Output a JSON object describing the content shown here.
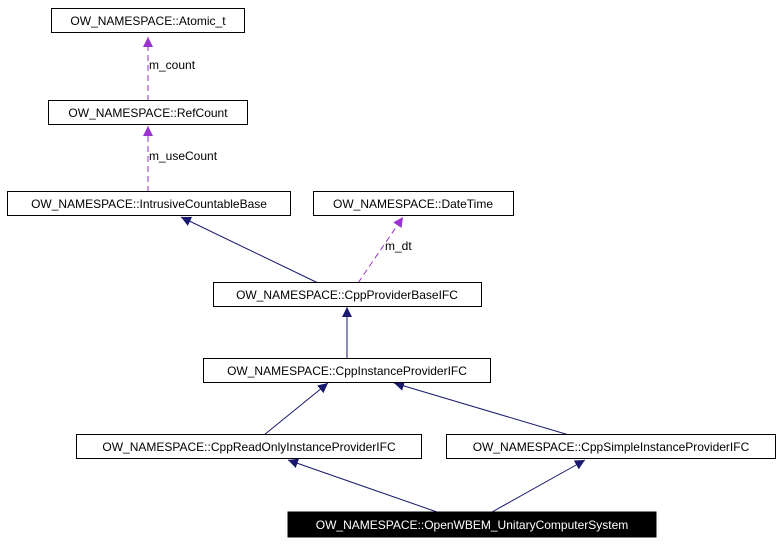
{
  "colors": {
    "inheritance": "#191970",
    "usage": "#9a32cd",
    "highlight_fill": "#000000",
    "highlight_text": "#ffffff"
  },
  "nodes": {
    "atomic": "OW_NAMESPACE::Atomic_t",
    "refcount": "OW_NAMESPACE::RefCount",
    "intrusive": "OW_NAMESPACE::IntrusiveCountableBase",
    "datetime": "OW_NAMESPACE::DateTime",
    "providerbase": "OW_NAMESPACE::CppProviderBaseIFC",
    "instance": "OW_NAMESPACE::CppInstanceProviderIFC",
    "readonly": "OW_NAMESPACE::CppReadOnlyInstanceProviderIFC",
    "simple": "OW_NAMESPACE::CppSimpleInstanceProviderIFC",
    "unitary": "OW_NAMESPACE::OpenWBEM_UnitaryComputerSystem"
  },
  "edge_labels": {
    "m_count": "m_count",
    "m_useCount": "m_useCount",
    "m_dt": "m_dt"
  }
}
